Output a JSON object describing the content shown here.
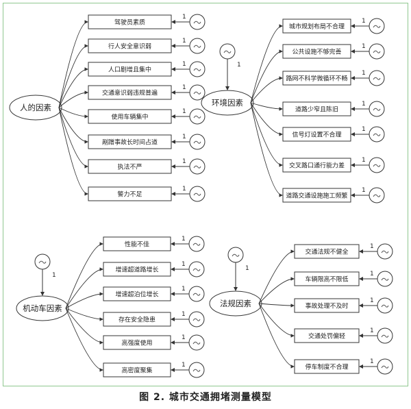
{
  "figure": {
    "caption": "图 2.  城市交通拥堵测量模型"
  },
  "groups": [
    {
      "id": "human",
      "title": "人的因素",
      "items": [
        "驾驶员素质",
        "行人安全意识弱",
        "人口剧增且集中",
        "交通意识弱违规普遍",
        "使用车辆集中",
        "剐蹭事故长时间占道",
        "执法不严",
        "警力不足"
      ]
    },
    {
      "id": "environment",
      "title": "环境因素",
      "items": [
        "城市规划布局不合理",
        "公共设施不够完善",
        "路网不科学微循环不畅",
        "道路少窄且陈旧",
        "信号灯设置不合理",
        "交叉路口通行能力差",
        "道路交通设施施工频繁"
      ]
    },
    {
      "id": "vehicle",
      "title": "机动车因素",
      "items": [
        "性能不佳",
        "增速超道路增长",
        "增速超泊位增长",
        "存在安全隐患",
        "高强度使用",
        "高密度聚集"
      ]
    },
    {
      "id": "regulation",
      "title": "法规因素",
      "items": [
        "交通法规不健全",
        "车辆限高不限低",
        "事故处理不及时",
        "交通处罚偏轻",
        "停车制度不合理"
      ]
    }
  ],
  "marks": {
    "error_term_symbol": "ε-icon",
    "path_label": "1",
    "line_color": "#333333",
    "frame_color": "#8fc88f"
  }
}
